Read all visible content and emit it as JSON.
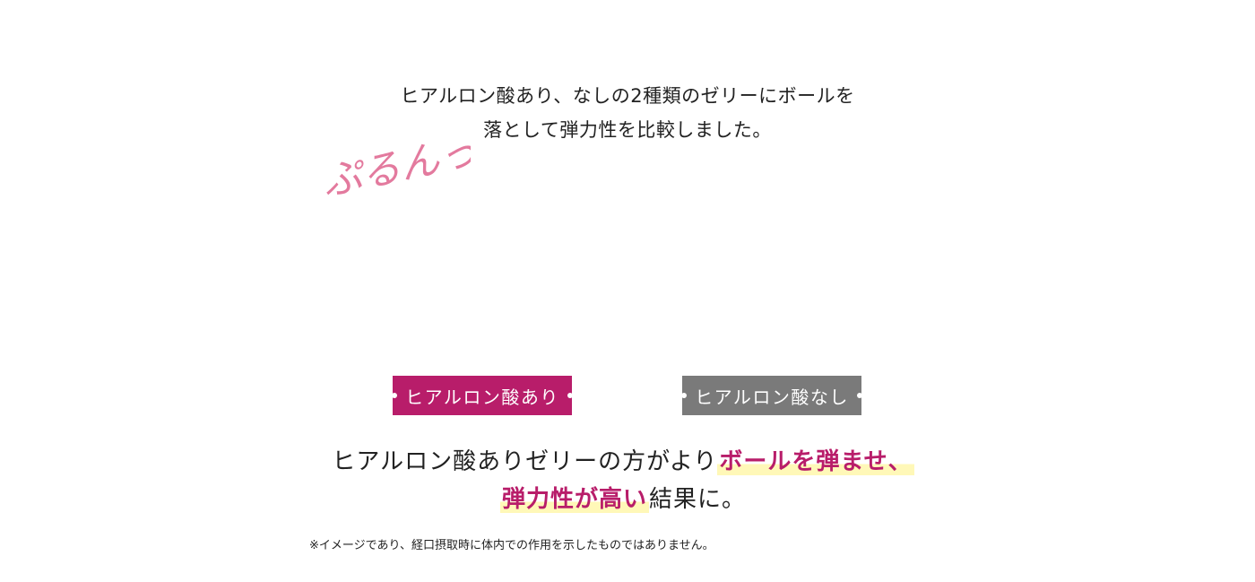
{
  "intro": {
    "line1": "ヒアルロン酸あり、なしの2種類のゼリーにボールを",
    "line2": "落として弾力性を比較しました。"
  },
  "onomatopoeia": {
    "text": "ぷるんっ"
  },
  "labels": {
    "with": "ヒアルロン酸あり",
    "without": "ヒアルロン酸なし"
  },
  "result": {
    "line1_plain": "ヒアルロン酸ありゼリーの方がより",
    "line1_highlight": "ボールを弾ませ、",
    "line2_highlight": "弾力性が高い",
    "line2_plain": "結果に。"
  },
  "note": "※イメージであり、経口摂取時に体内での作用を示したものではありません。",
  "colors": {
    "accent_magenta": "#b81d6a",
    "label_gray": "#7a7a7a",
    "onomatopoeia_pink": "#e37a9e",
    "highlight_yellow": "#fff8b8",
    "text": "#222222"
  }
}
